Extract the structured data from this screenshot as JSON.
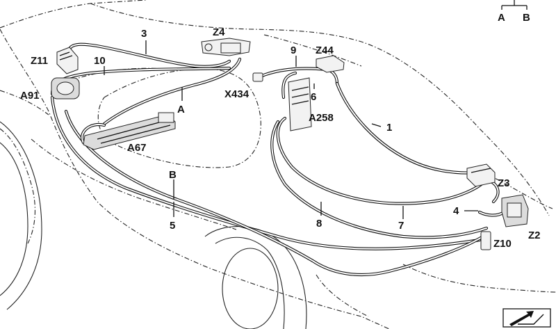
{
  "legend": {
    "left": "A",
    "right": "B"
  },
  "callouts": {
    "n1": "1",
    "n3": "3",
    "n4": "4",
    "n5": "5",
    "n6": "6",
    "n7": "7",
    "n8": "8",
    "n9": "9",
    "n10": "10",
    "a": "A",
    "b": "B",
    "z4": "Z4",
    "z11": "Z11",
    "a91": "A91",
    "a67": "A67",
    "z44": "Z44",
    "x434": "X434",
    "a258": "A258",
    "z3": "Z3",
    "z2": "Z2",
    "z10": "Z10"
  },
  "icons": {
    "corner": "diagonal-arrow-icon"
  }
}
